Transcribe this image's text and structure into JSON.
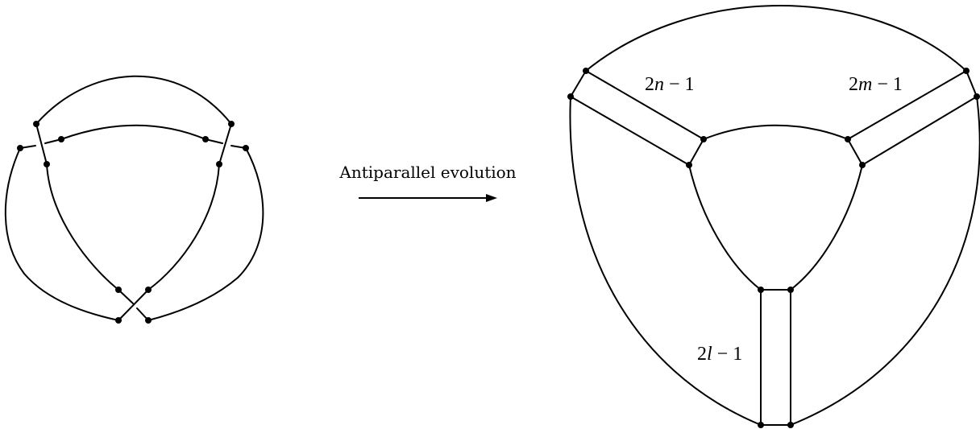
{
  "arrow": {
    "label": "Antiparallel evolution"
  },
  "labels": {
    "left_band": {
      "coef": "2",
      "var": "n",
      "rest": " − 1"
    },
    "right_band": {
      "coef": "2",
      "var": "m",
      "rest": " − 1"
    },
    "bottom_band": {
      "coef": "2",
      "var": "l",
      "rest": " − 1"
    }
  }
}
